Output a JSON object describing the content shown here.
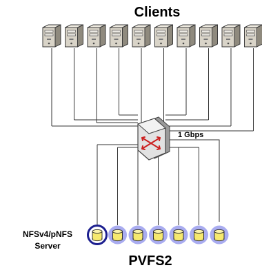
{
  "title": "Clients",
  "link_label": "1 Gbps",
  "storage_label": "PVFS2",
  "server_label_line1": "NFSv4/pNFS",
  "server_label_line2": "Server",
  "clients": [
    {
      "icon": "computer-tower-icon"
    },
    {
      "icon": "computer-tower-icon"
    },
    {
      "icon": "computer-tower-icon"
    },
    {
      "icon": "computer-tower-icon"
    },
    {
      "icon": "computer-tower-icon"
    },
    {
      "icon": "computer-tower-icon"
    },
    {
      "icon": "computer-tower-icon"
    },
    {
      "icon": "computer-tower-icon"
    },
    {
      "icon": "computer-tower-icon"
    },
    {
      "icon": "computer-tower-icon"
    }
  ],
  "storage_nodes": [
    {
      "role": "server",
      "icon": "disk-icon"
    },
    {
      "role": "io",
      "icon": "disk-icon"
    },
    {
      "role": "io",
      "icon": "disk-icon"
    },
    {
      "role": "io",
      "icon": "disk-icon"
    },
    {
      "role": "io",
      "icon": "disk-icon"
    },
    {
      "role": "io",
      "icon": "disk-icon"
    },
    {
      "role": "io",
      "icon": "disk-icon"
    }
  ],
  "switch": {
    "icon": "network-switch-icon"
  },
  "colors": {
    "line": "#333333",
    "disk_fill": "#f6e96e",
    "disk_ring": "#a9acf0",
    "server_ring": "#1c1f8f",
    "pc_body": "#d9d4c8",
    "switch_body": "#d8d8d8",
    "switch_arrows": "#cc2020"
  }
}
